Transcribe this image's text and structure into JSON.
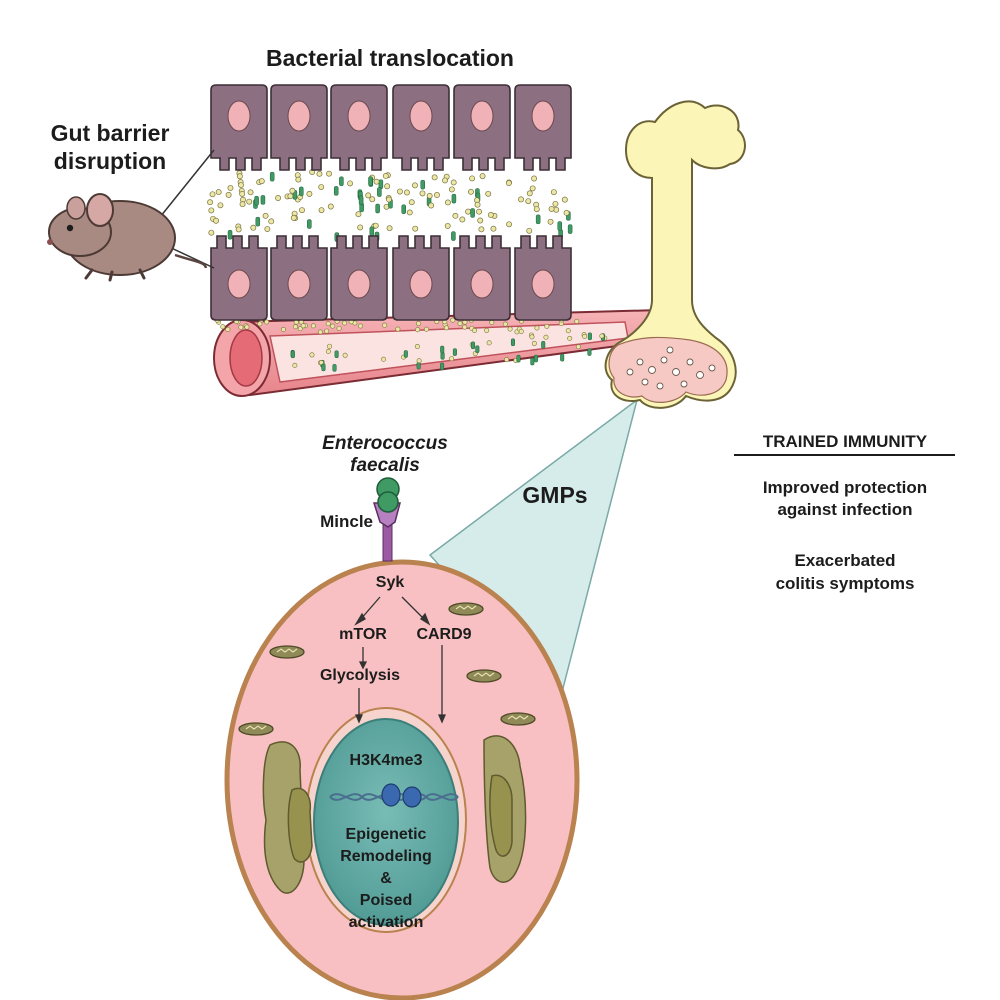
{
  "labels": {
    "bacterial_translocation": "Bacterial translocation",
    "gut_barrier_line1": "Gut barrier",
    "gut_barrier_line2": "disruption",
    "pathogen_line1": "Enterococcus",
    "pathogen_line2": "faecalis",
    "receptor": "Mincle",
    "gmps": "GMPs",
    "syk": "Syk",
    "mtor": "mTOR",
    "card9": "CARD9",
    "glycolysis": "Glycolysis",
    "h3k4me3": "H3K4me3",
    "nucleus_line1": "Epigenetic",
    "nucleus_line2": "Remodeling",
    "nucleus_line3": "&",
    "nucleus_line4": "Poised",
    "nucleus_line5": "activation"
  },
  "trained_immunity": {
    "heading": "TRAINED IMMUNITY",
    "item1_line1": "Improved protection",
    "item1_line2": "against infection",
    "item2_line1": "Exacerbated",
    "item2_line2": "colitis symptoms"
  },
  "colors": {
    "epithelium": "#8c6f80",
    "nucleus_small": "#f0b2b6",
    "vessel": "#f3a2a6",
    "vessel_dark": "#d9666e",
    "bone": "#fbf6b8",
    "cell_body": "#f8c0c2",
    "cell_border": "#b9824e",
    "nucleus": "#64ada8",
    "mitochondria": "#8f8a57",
    "bacteria_green": "#3f9a63",
    "bacteria_cream": "#ece7a6",
    "receptor": "#9b5aa3",
    "zoom_cone": "#d5eceb"
  }
}
